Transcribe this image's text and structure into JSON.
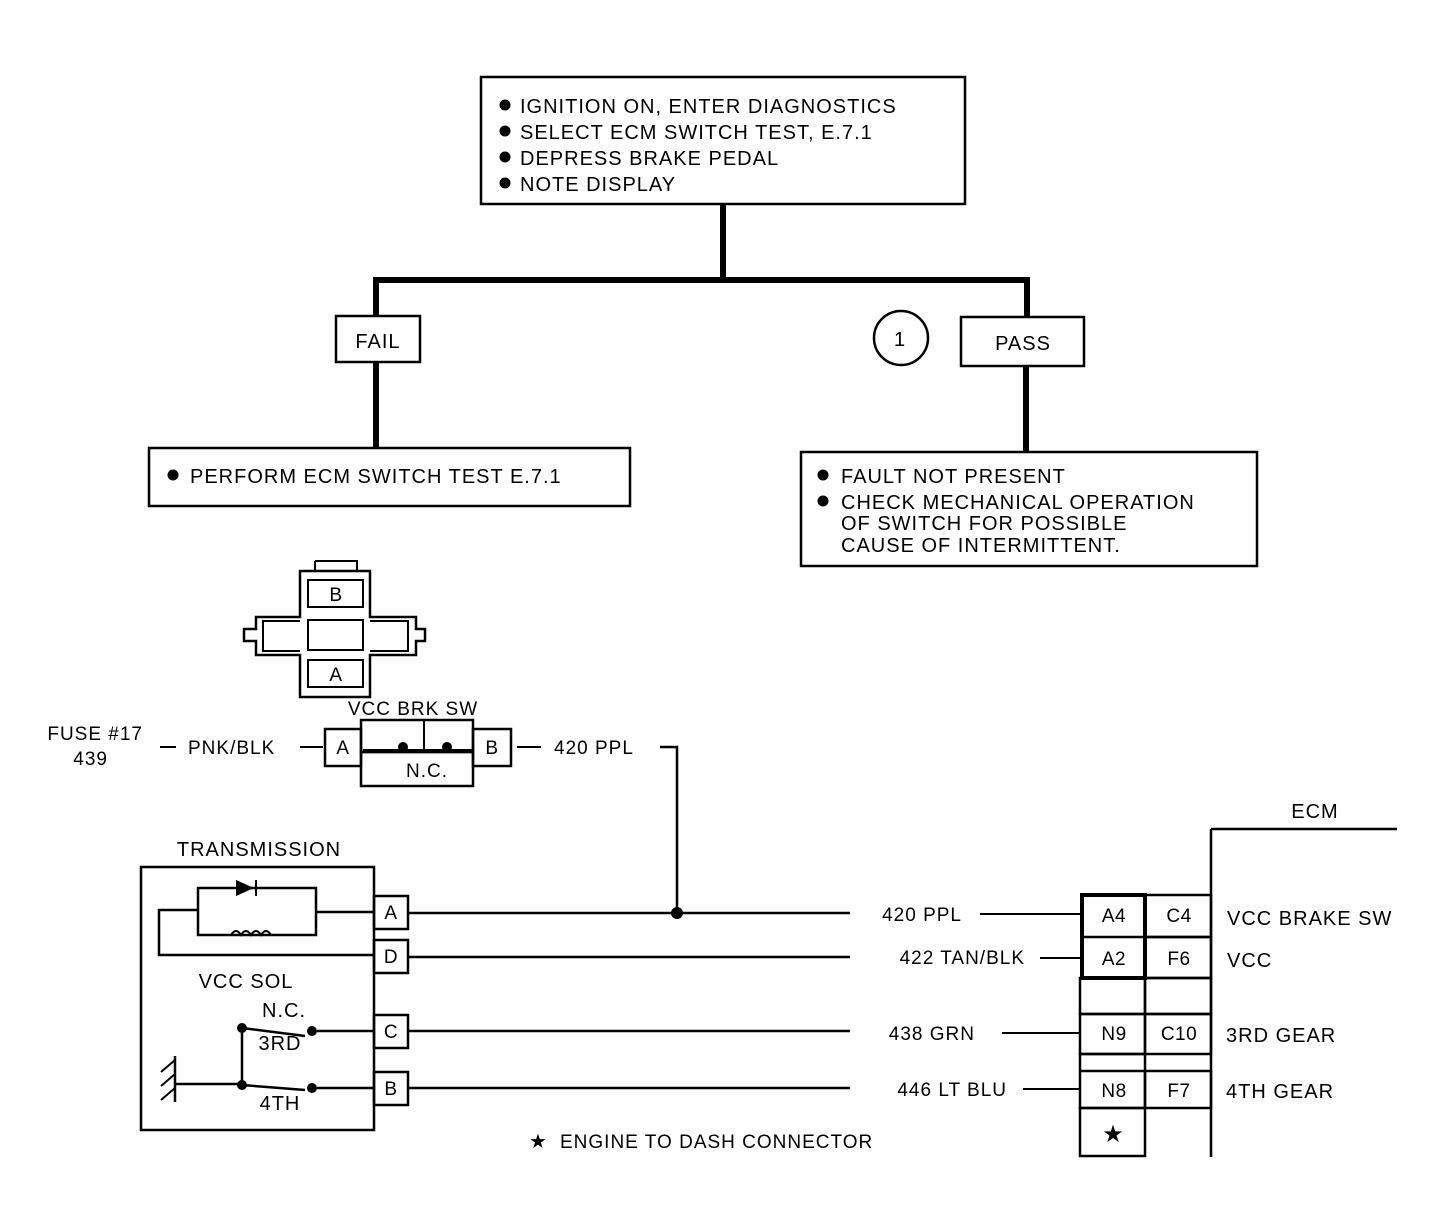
{
  "flowchart": {
    "start_items": [
      "IGNITION ON, ENTER DIAGNOSTICS",
      "SELECT ECM  SWITCH TEST, E.7.1",
      "DEPRESS BRAKE PEDAL",
      "NOTE DISPLAY"
    ],
    "fail_label": "FAIL",
    "pass_label": "PASS",
    "step_number": "1",
    "fail_items": [
      "PERFORM ECM SWITCH TEST E.7.1"
    ],
    "pass_items": [
      "FAULT NOT PRESENT",
      "CHECK MECHANICAL OPERATION",
      "OF SWITCH  FOR POSSIBLE",
      "CAUSE OF INTERMITTENT."
    ]
  },
  "connector_view": {
    "pin_top": "B",
    "pin_bottom": "A"
  },
  "brake_switch": {
    "title": "VCC BRK SW",
    "pin_left": "A",
    "pin_right": "B",
    "contact_state": "N.C.",
    "fuse_line1": "FUSE #17",
    "fuse_line2": "439",
    "input_wire": "PNK/BLK",
    "output_wire": "420 PPL"
  },
  "transmission": {
    "title": "TRANSMISSION",
    "solenoid_label": "VCC SOL",
    "switch_state": "N.C.",
    "switch_3rd": "3RD",
    "switch_4th": "4TH",
    "pins": [
      "A",
      "D",
      "C",
      "B"
    ]
  },
  "wires": [
    {
      "label": "420 PPL"
    },
    {
      "label": "422 TAN/BLK"
    },
    {
      "label": "438 GRN"
    },
    {
      "label": "446 LT BLU"
    }
  ],
  "ecm": {
    "title": "ECM",
    "rows": [
      {
        "pin1": "A4",
        "pin2": "C4",
        "function": "VCC BRAKE SW"
      },
      {
        "pin1": "A2",
        "pin2": "F6",
        "function": "VCC"
      },
      {
        "pin1": "",
        "pin2": "",
        "function": ""
      },
      {
        "pin1": "N9",
        "pin2": "C10",
        "function": "3RD GEAR"
      },
      {
        "pin1": "N8",
        "pin2": "F7",
        "function": "4TH GEAR"
      }
    ],
    "star_symbol": "★"
  },
  "legend": {
    "star": "★",
    "text": "ENGINE TO DASH CONNECTOR"
  }
}
